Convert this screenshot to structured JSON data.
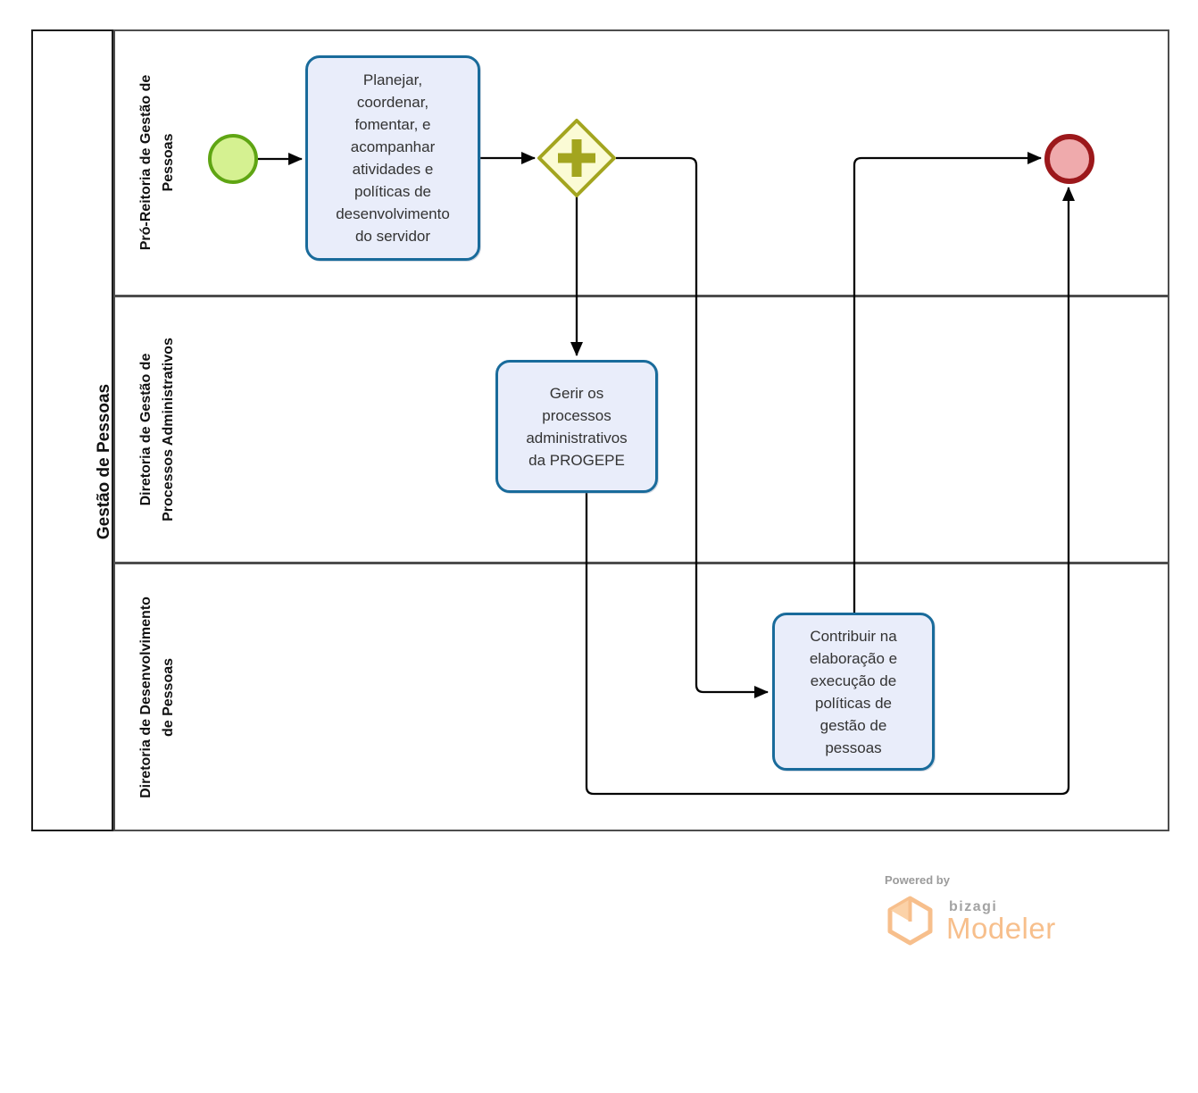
{
  "pool": {
    "title": "Gestão de Pessoas",
    "lanes": [
      {
        "label": "Pró-Reitoria de Gestão de\nPessoas"
      },
      {
        "label": "Diretoria de Gestão de\nProcessos Administrativos"
      },
      {
        "label": "Diretoria de Desenvolvimento\nde Pessoas"
      }
    ]
  },
  "nodes": {
    "start_event": {
      "type": "start-event"
    },
    "task_planejar": {
      "label": "Planejar,\ncoordenar,\nfomentar, e\nacompanhar\natividades e\npolíticas de\ndesenvolvimento\ndo servidor"
    },
    "gateway_parallel": {
      "type": "parallel-gateway"
    },
    "task_gerir": {
      "label": "Gerir os\nprocessos\nadministrativos\nda PROGEPE"
    },
    "task_contribuir": {
      "label": "Contribuir na\nelaboração e\nexecução de\npolíticas de\ngestão de\npessoas"
    },
    "end_event": {
      "type": "end-event"
    }
  },
  "colors": {
    "task_border": "#196b9b",
    "task_fill": "#e9edfa",
    "start_event_stroke": "#5fa513",
    "start_event_fill": "#d5f191",
    "end_event_stroke": "#9c181b",
    "end_event_fill": "#efaaac",
    "gateway_stroke": "#a3a51f",
    "gateway_fill": "#fbfbd5",
    "connector": "#050505",
    "lane_border": "#4d4d4d",
    "brand_orange": "#f7bf8c",
    "brand_gray": "#9b9b9b"
  },
  "footer": {
    "powered_by": "Powered by",
    "brand": "bizagi",
    "product": "Modeler"
  }
}
